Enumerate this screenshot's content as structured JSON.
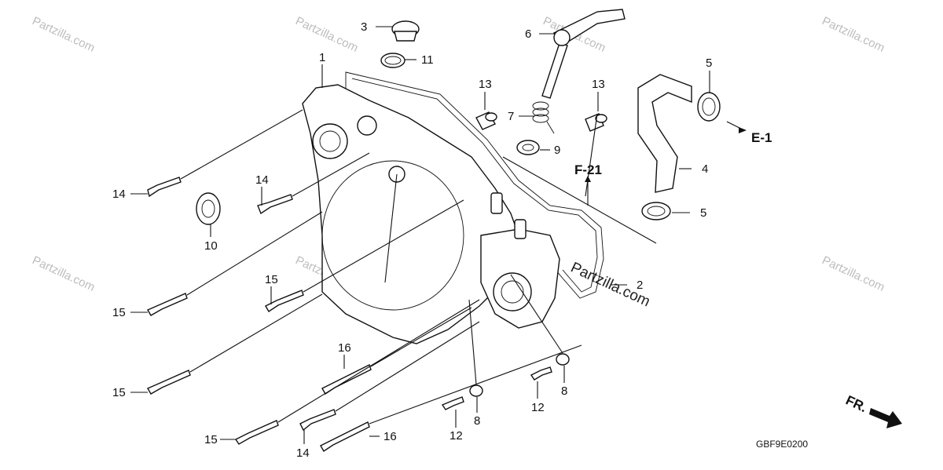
{
  "diagram": {
    "code": "GBF9E0200",
    "watermark": "Partzilla.com",
    "watermark_large": "Partzilla.com",
    "direction_label": "FR.",
    "refs": {
      "e1": "E-1",
      "f21": "F-21"
    },
    "callouts": {
      "c1": "1",
      "c2": "2",
      "c3": "3",
      "c4": "4",
      "c5a": "5",
      "c5b": "5",
      "c6": "6",
      "c7": "7",
      "c8a": "8",
      "c8b": "8",
      "c9": "9",
      "c10": "10",
      "c11": "11",
      "c12a": "12",
      "c12b": "12",
      "c13a": "13",
      "c13b": "13",
      "c14a": "14",
      "c14b": "14",
      "c14c": "14",
      "c15a": "15",
      "c15b": "15",
      "c15c": "15",
      "c16a": "16",
      "c16b": "16"
    }
  }
}
